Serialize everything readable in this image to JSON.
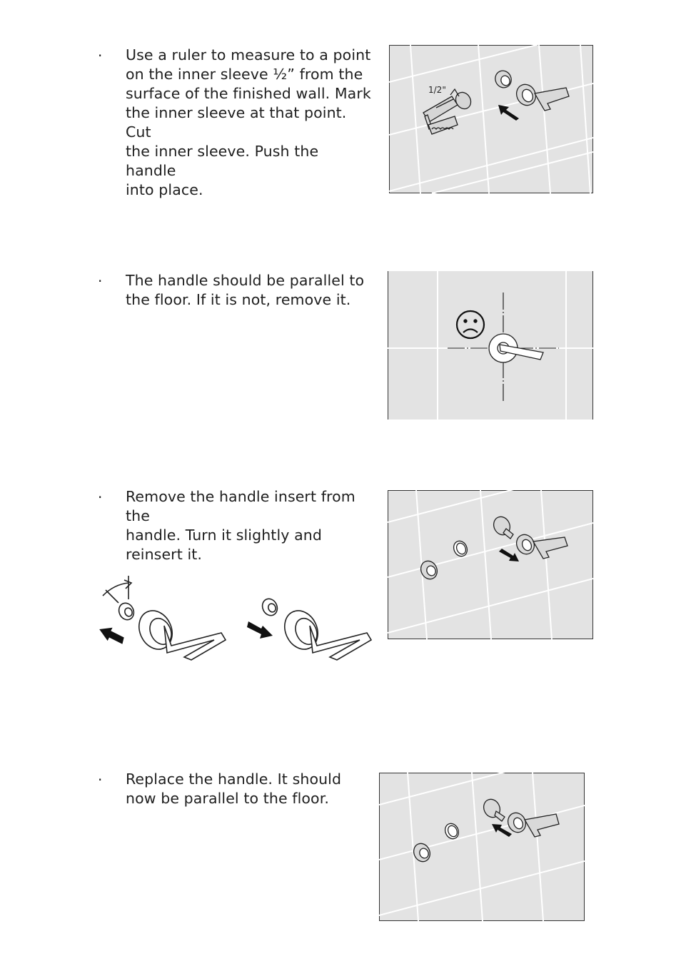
{
  "steps": [
    {
      "bullet": "·",
      "text": "Use a ruler to measure to a point\non the inner sleeve ½” from the\nsurface of the finished wall.  Mark\nthe inner sleeve at that point.  Cut\nthe inner sleeve.  Push the handle\ninto place.",
      "figure_label": "1/2\""
    },
    {
      "bullet": "·",
      "text": "The handle should be parallel to\nthe floor.  If it is not, remove it."
    },
    {
      "bullet": "·",
      "text": "Remove the handle insert from the\nhandle.  Turn it slightly and\nreinsert it."
    },
    {
      "bullet": "·",
      "text": "Replace the handle.  It should\nnow be parallel to the floor."
    }
  ],
  "icons": {
    "sad_face": "sad-face-icon",
    "arrow": "arrow-icon"
  }
}
